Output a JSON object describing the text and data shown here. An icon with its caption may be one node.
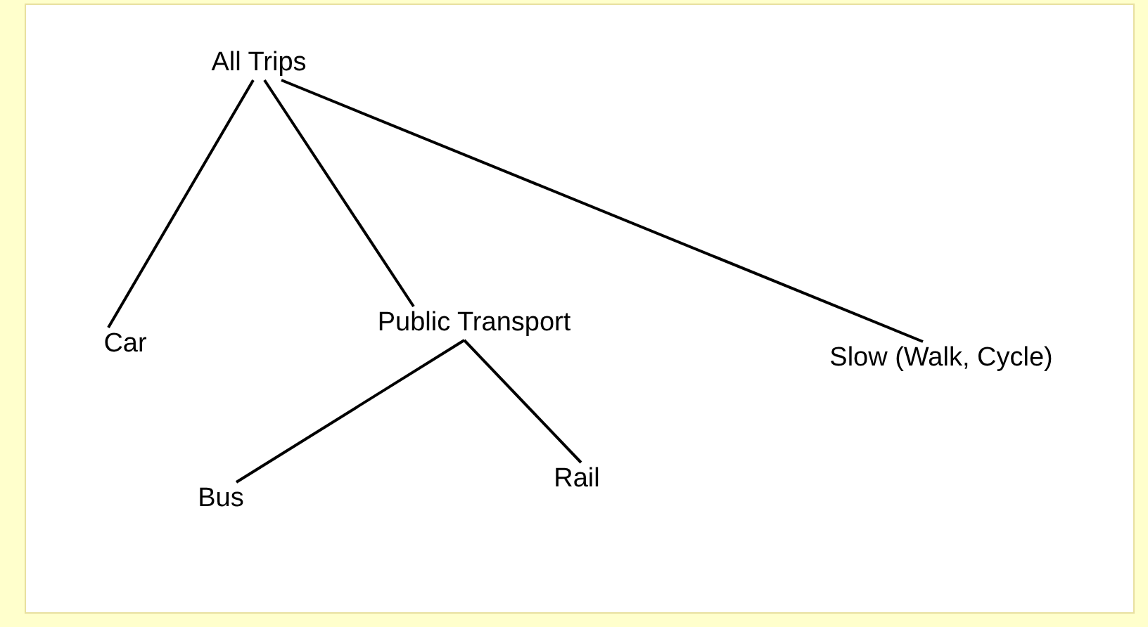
{
  "diagram": {
    "nodes": [
      {
        "text": [
          "All Trips"
        ]
      },
      {
        "text": [
          "Car"
        ]
      },
      {
        "text": [
          "Public Transport"
        ]
      },
      {
        "text": [
          "Slow (Walk, Cycle)"
        ]
      },
      {
        "text": [
          "Bus"
        ]
      },
      {
        "text": [
          "Rail"
        ]
      }
    ],
    "edges": [
      {
        "from": 0,
        "to": 1,
        "arrow": "none"
      },
      {
        "from": 0,
        "to": 2,
        "arrow": "none"
      },
      {
        "from": 0,
        "to": 3,
        "arrow": "none"
      },
      {
        "from": 2,
        "to": 4,
        "arrow": "none"
      },
      {
        "from": 2,
        "to": 5,
        "arrow": "none"
      }
    ]
  }
}
